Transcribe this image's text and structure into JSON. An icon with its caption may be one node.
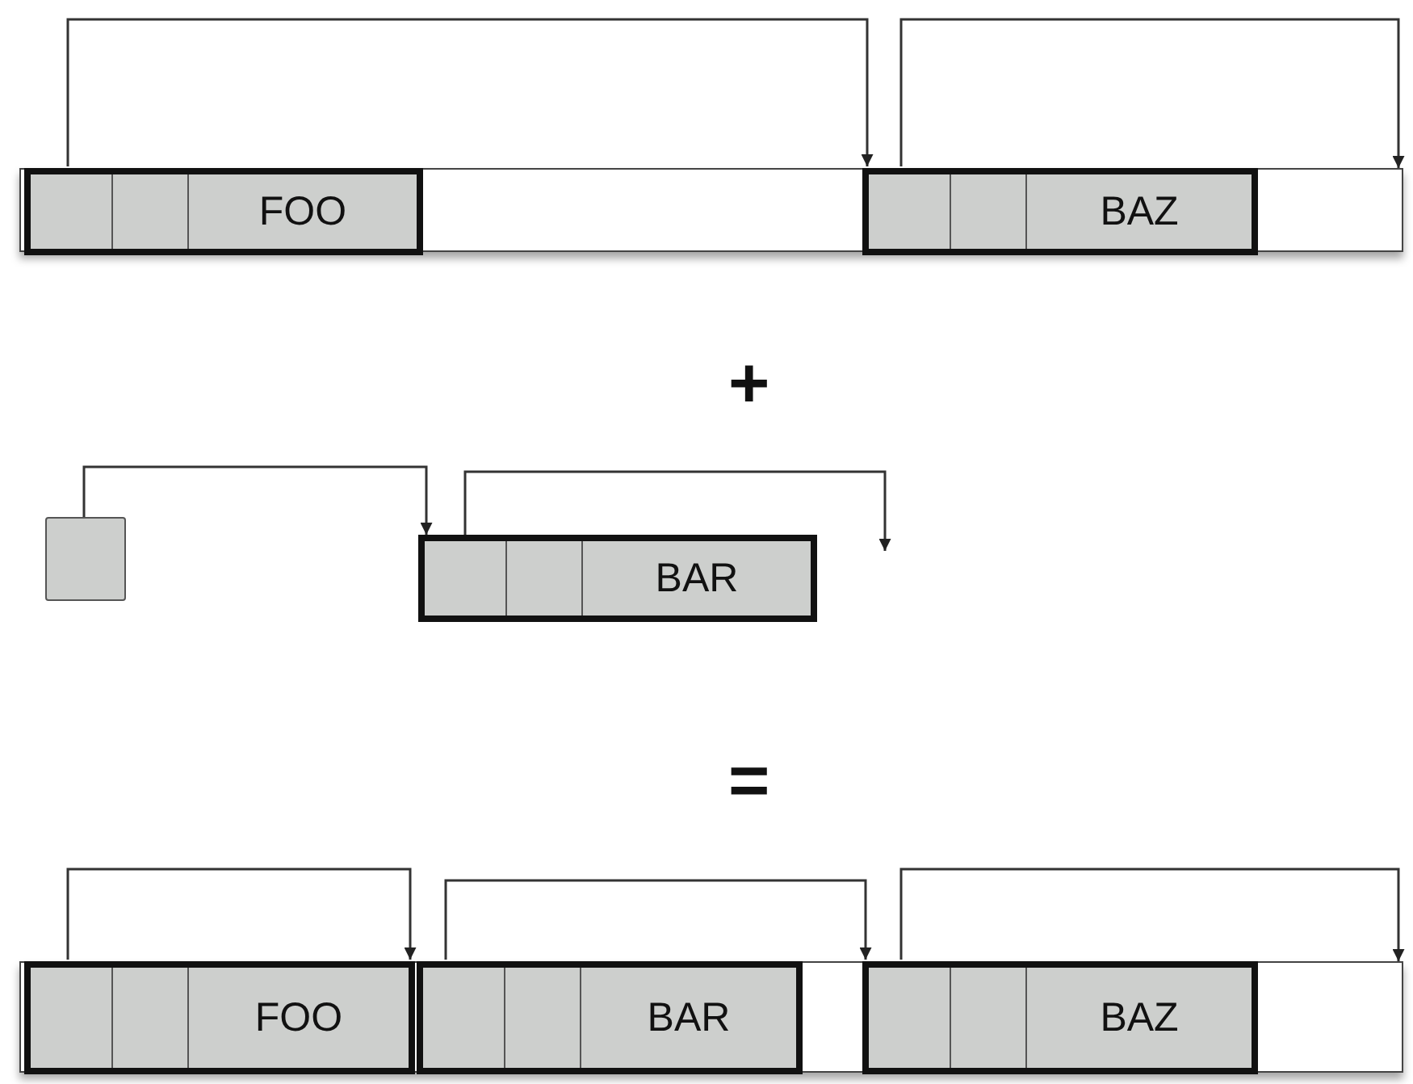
{
  "diagram": {
    "nodes": [
      {
        "text": [],
        "shape": "box"
      },
      {
        "text": [
          "FOO"
        ],
        "in": 0
      },
      {
        "text": [
          "BAZ"
        ],
        "in": 0
      },
      {
        "text": [],
        "shape": "box"
      },
      {
        "text": [
          "BAR"
        ]
      },
      {
        "text": [],
        "shape": "box"
      },
      {
        "text": [
          "FOO"
        ],
        "in": 5
      },
      {
        "text": [
          "BAR"
        ],
        "in": 5
      },
      {
        "text": [
          "BAZ"
        ],
        "in": 5
      }
    ],
    "edges": [
      {
        "from": 1,
        "to": 2,
        "arrow": "to"
      },
      {
        "from": 2,
        "to": 0,
        "arrow": "to"
      },
      {
        "from": 3,
        "to": 4,
        "arrow": "to"
      },
      {
        "from": 4,
        "to": null,
        "arrow": "to"
      },
      {
        "from": 6,
        "to": 7,
        "arrow": "to"
      },
      {
        "from": 7,
        "to": 8,
        "arrow": "to"
      },
      {
        "from": 8,
        "to": 5,
        "arrow": "to"
      }
    ],
    "labels": [
      "+",
      "="
    ]
  }
}
